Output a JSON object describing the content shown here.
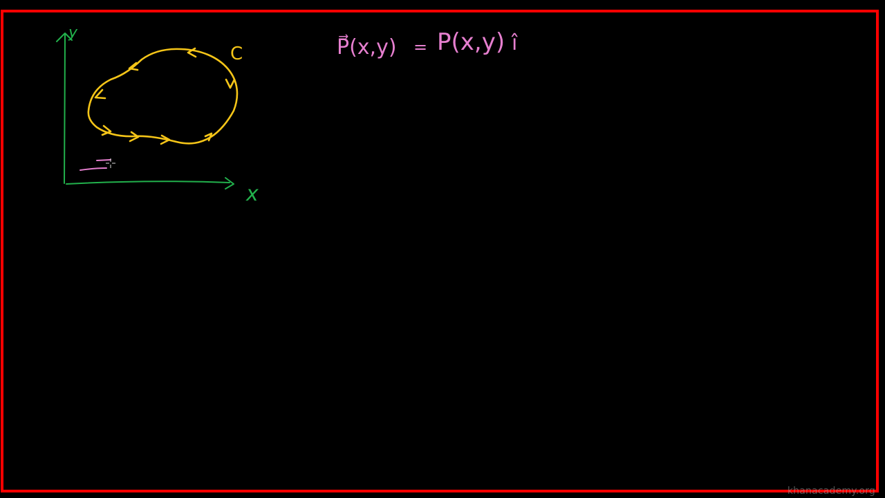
{
  "canvas": {
    "background_color": "#000000",
    "frame_color": "#ff0000",
    "axis_color": "#22b14c",
    "curve_color": "#f5c518",
    "equation_color": "#e67fcf"
  },
  "labels": {
    "y_axis": "y",
    "x_axis": "x",
    "curve": "C"
  },
  "equation": {
    "lhs": "P⃗(x,y)",
    "equals": "=",
    "rhs": "P(x,y)",
    "unit": "î"
  },
  "watermark": {
    "text": "khanacademy.org"
  },
  "icons": {
    "cursor": "crosshair-icon"
  }
}
